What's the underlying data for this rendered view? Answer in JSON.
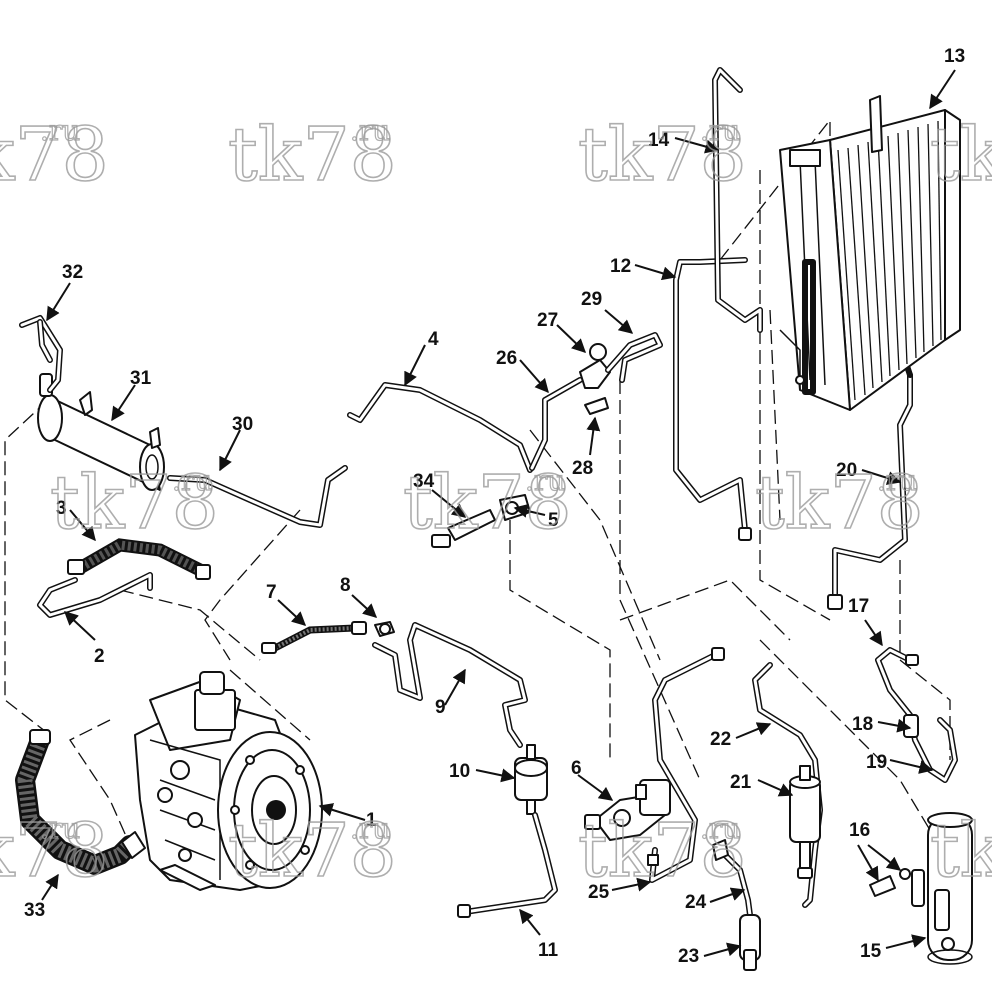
{
  "watermark": {
    "main": "tk78",
    "suffix": ".ru"
  },
  "callouts": [
    {
      "n": "1"
    },
    {
      "n": "2"
    },
    {
      "n": "3"
    },
    {
      "n": "4"
    },
    {
      "n": "5"
    },
    {
      "n": "6"
    },
    {
      "n": "7"
    },
    {
      "n": "8"
    },
    {
      "n": "9"
    },
    {
      "n": "10"
    },
    {
      "n": "11"
    },
    {
      "n": "12"
    },
    {
      "n": "13"
    },
    {
      "n": "14"
    },
    {
      "n": "15"
    },
    {
      "n": "16"
    },
    {
      "n": "17"
    },
    {
      "n": "18"
    },
    {
      "n": "19"
    },
    {
      "n": "20"
    },
    {
      "n": "21"
    },
    {
      "n": "22"
    },
    {
      "n": "23"
    },
    {
      "n": "24"
    },
    {
      "n": "25"
    },
    {
      "n": "26"
    },
    {
      "n": "27"
    },
    {
      "n": "28"
    },
    {
      "n": "29"
    },
    {
      "n": "30"
    },
    {
      "n": "31"
    },
    {
      "n": "32"
    },
    {
      "n": "33"
    },
    {
      "n": "34"
    }
  ]
}
